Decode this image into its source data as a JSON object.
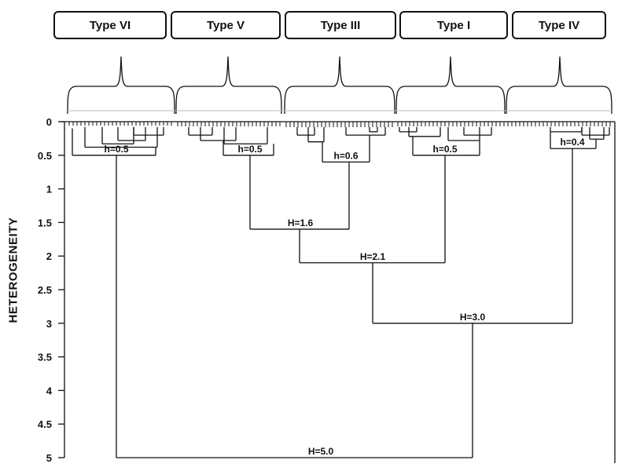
{
  "types": [
    {
      "label": "Type VI"
    },
    {
      "label": "Type V"
    },
    {
      "label": "Type III"
    },
    {
      "label": "Type I"
    },
    {
      "label": "Type IV"
    }
  ],
  "axis": {
    "label": "HETEROGENEITY",
    "ticks": [
      "0",
      "0.5",
      "1",
      "1.5",
      "2",
      "2.5",
      "3",
      "3.5",
      "4",
      "4.5",
      "5"
    ],
    "min": 0,
    "max": 5
  },
  "clusters": [
    {
      "label": "h=0.5",
      "height": 0.5
    },
    {
      "label": "h=0.5",
      "height": 0.5
    },
    {
      "label": "h=0.6",
      "height": 0.6
    },
    {
      "label": "h=0.5",
      "height": 0.5
    },
    {
      "label": "h=0.4",
      "height": 0.4
    }
  ],
  "merges": [
    {
      "label": "H=1.6",
      "height": 1.6,
      "joins": [
        "Type V",
        "Type III"
      ]
    },
    {
      "label": "H=2.1",
      "height": 2.1,
      "joins": [
        "Type V + Type III",
        "Type I"
      ]
    },
    {
      "label": "H=3.0",
      "height": 3.0,
      "joins": [
        "Type V + Type III + Type I",
        "Type IV"
      ]
    },
    {
      "label": "H=5.0",
      "height": 5.0,
      "joins": [
        "Type VI",
        "Type V + Type III + Type I + Type IV"
      ]
    }
  ]
}
